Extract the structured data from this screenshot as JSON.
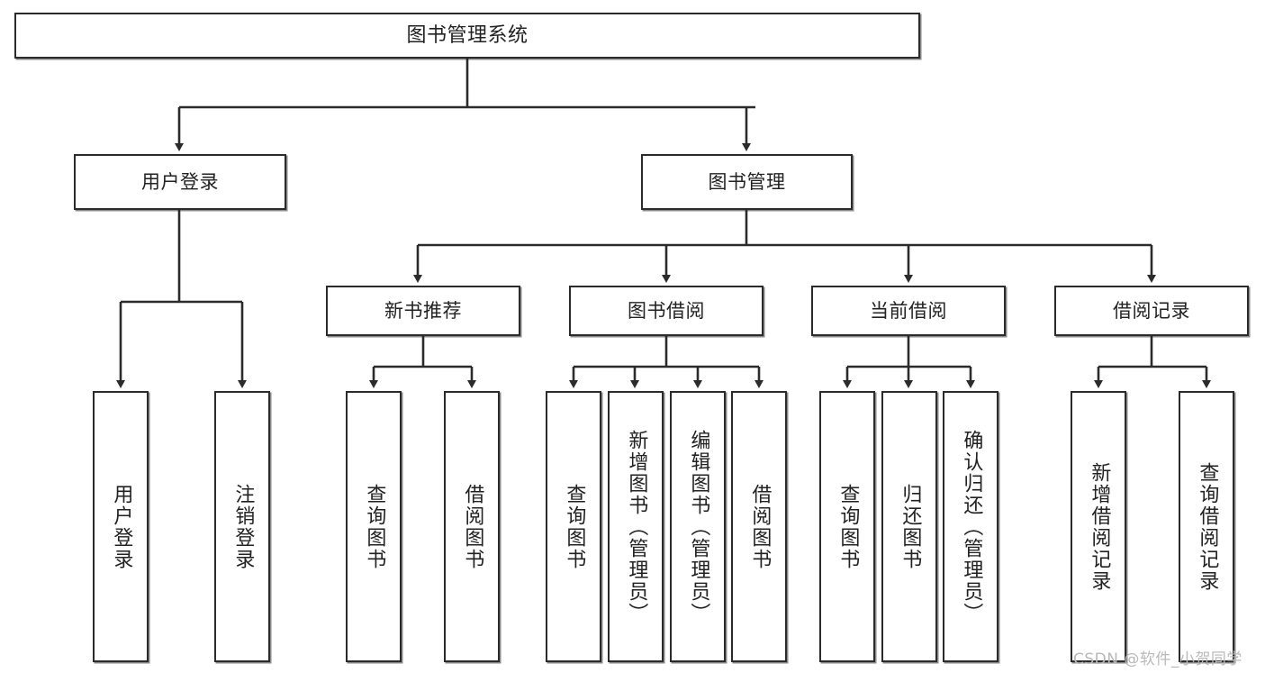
{
  "diagram": {
    "type": "tree-hierarchy",
    "title": "图书管理系统",
    "orientation": "top-down",
    "colors": {
      "box_border": "#2b2b2b",
      "box_fill": "#ffffff",
      "edge": "#2b2b2b",
      "text": "#222222",
      "watermark": "#b9b9b9",
      "background": "#ffffff"
    }
  },
  "nodes": {
    "root": {
      "label": "图书管理系统"
    },
    "level2": [
      {
        "id": "user-login",
        "label": "用户登录"
      },
      {
        "id": "book-manage",
        "label": "图书管理"
      }
    ],
    "level3": [
      {
        "id": "new-book-recommend",
        "label": "新书推荐"
      },
      {
        "id": "book-borrow",
        "label": "图书借阅"
      },
      {
        "id": "current-borrow",
        "label": "当前借阅"
      },
      {
        "id": "borrow-record",
        "label": "借阅记录"
      }
    ],
    "leaves": {
      "user_login": [
        {
          "id": "leaf-user-login",
          "label": "用户登录"
        },
        {
          "id": "leaf-logout",
          "label": "注销登录"
        }
      ],
      "new_book_recommend": [
        {
          "id": "leaf-query-book-1",
          "label": "查询图书"
        },
        {
          "id": "leaf-borrow-book-1",
          "label": "借阅图书"
        }
      ],
      "book_borrow": [
        {
          "id": "leaf-query-book-2",
          "label": "查询图书"
        },
        {
          "id": "leaf-add-book",
          "label": "新增图书（管理员）"
        },
        {
          "id": "leaf-edit-book",
          "label": "编辑图书（管理员）"
        },
        {
          "id": "leaf-borrow-book-2",
          "label": "借阅图书"
        }
      ],
      "current_borrow": [
        {
          "id": "leaf-query-book-3",
          "label": "查询图书"
        },
        {
          "id": "leaf-return-book",
          "label": "归还图书"
        },
        {
          "id": "leaf-confirm-return",
          "label": "确认归还（管理员）"
        }
      ],
      "borrow_record": [
        {
          "id": "leaf-add-record",
          "label": "新增借阅记录"
        },
        {
          "id": "leaf-query-record",
          "label": "查询借阅记录"
        }
      ]
    }
  },
  "watermark": {
    "text": "CSDN @软件_小贺同学"
  }
}
